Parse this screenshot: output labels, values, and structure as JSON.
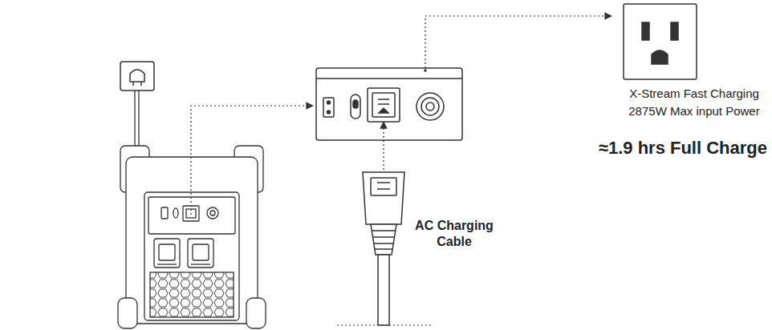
{
  "diagram": {
    "labels": [
      "X-Stream Fast Charging 2875W Max input Power",
      "≈1.9 hrs Full Charge",
      "AC Charging Cable"
    ]
  }
}
